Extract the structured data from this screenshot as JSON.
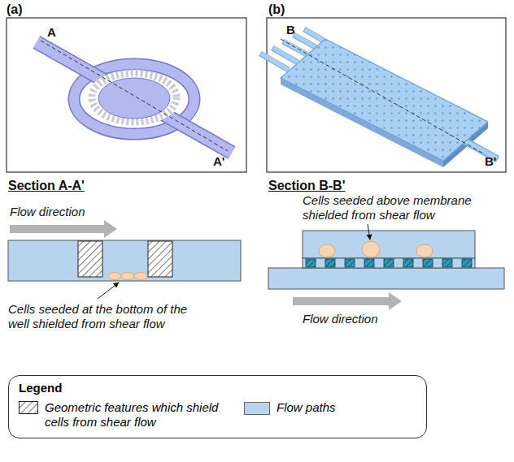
{
  "diagram": {
    "nodes": [
      {
        "text": [
          "Legend"
        ]
      }
    ],
    "labels": [
      "(a)",
      "A",
      "A'",
      "(b)",
      "B",
      "B'",
      "Section A-A'",
      "Flow direction",
      "Cells seeded at the bottom of the well shielded from shear flow",
      "Section B-B'",
      "Cells seeded above membrane shielded from shear flow",
      "Flow direction"
    ],
    "legend": [
      {
        "text": "Geometric features which shield cells from shear flow"
      },
      {
        "text": "Flow paths",
        "color": "#b7d4ef"
      }
    ]
  }
}
